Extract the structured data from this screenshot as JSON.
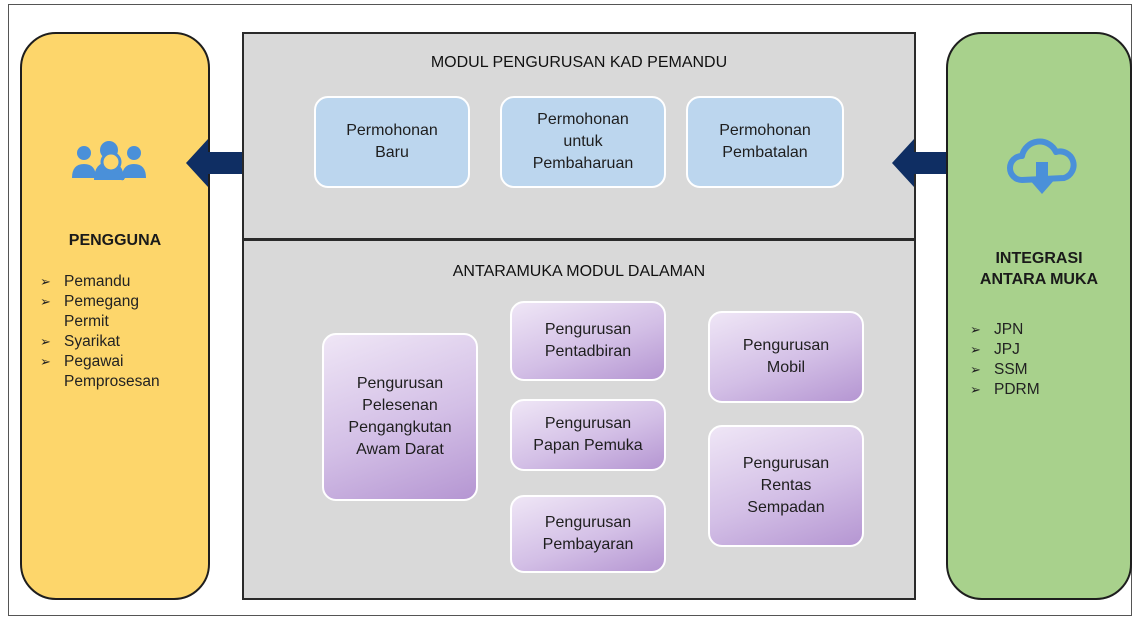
{
  "user_panel": {
    "title": "PENGGUNA",
    "icon": "users-search-icon",
    "items": [
      "Pemandu",
      "Pemegang\nPermit",
      "Syarikat",
      "Pegawai\nPemprosesan"
    ]
  },
  "driver_card_module": {
    "title": "MODUL PENGURUSAN KAD PEMANDU",
    "boxes": [
      "Permohonan\nBaru",
      "Permohonan\nuntuk\nPembaharuan",
      "Permohonan\nPembatalan"
    ]
  },
  "internal_module": {
    "title": "ANTARAMUKA MODUL DALAMAN",
    "boxes": [
      "Pengurusan\nPelesenan\nPengangkutan\nAwam Darat",
      "Pengurusan\nPentadbiran",
      "Pengurusan\nPapan Pemuka",
      "Pengurusan\nPembayaran",
      "Pengurusan\nMobil",
      "Pengurusan\nRentas\nSempadan"
    ]
  },
  "integration_panel": {
    "title": "INTEGRASI\nANTARA MUKA",
    "icon": "cloud-download-icon",
    "items": [
      "JPN",
      "JPJ",
      "SSM",
      "PDRM"
    ]
  },
  "bullet_glyph": "➢",
  "colors": {
    "user_panel": "#fdd66b",
    "integration_panel": "#a8d18c",
    "module_panel": "#d9d9d9",
    "blue_box": "#bcd6ee",
    "purple_box": "#c9b1e0",
    "icon_blue": "#4a90d9",
    "arrow_navy": "#0f2e63"
  }
}
